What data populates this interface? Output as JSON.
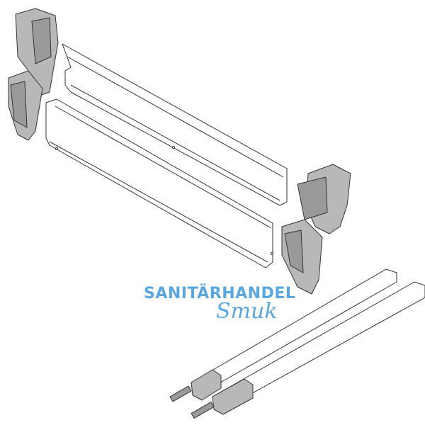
{
  "product_image": {
    "subject": "drawer-side-panel-set",
    "line_color": "#333333",
    "part_fill": "#b8b8b8",
    "panel_fill": "#ffffff"
  },
  "watermark": {
    "line1": "SANITÄRHANDEL",
    "line2": "Smuk",
    "color": "#5aa7e0"
  }
}
